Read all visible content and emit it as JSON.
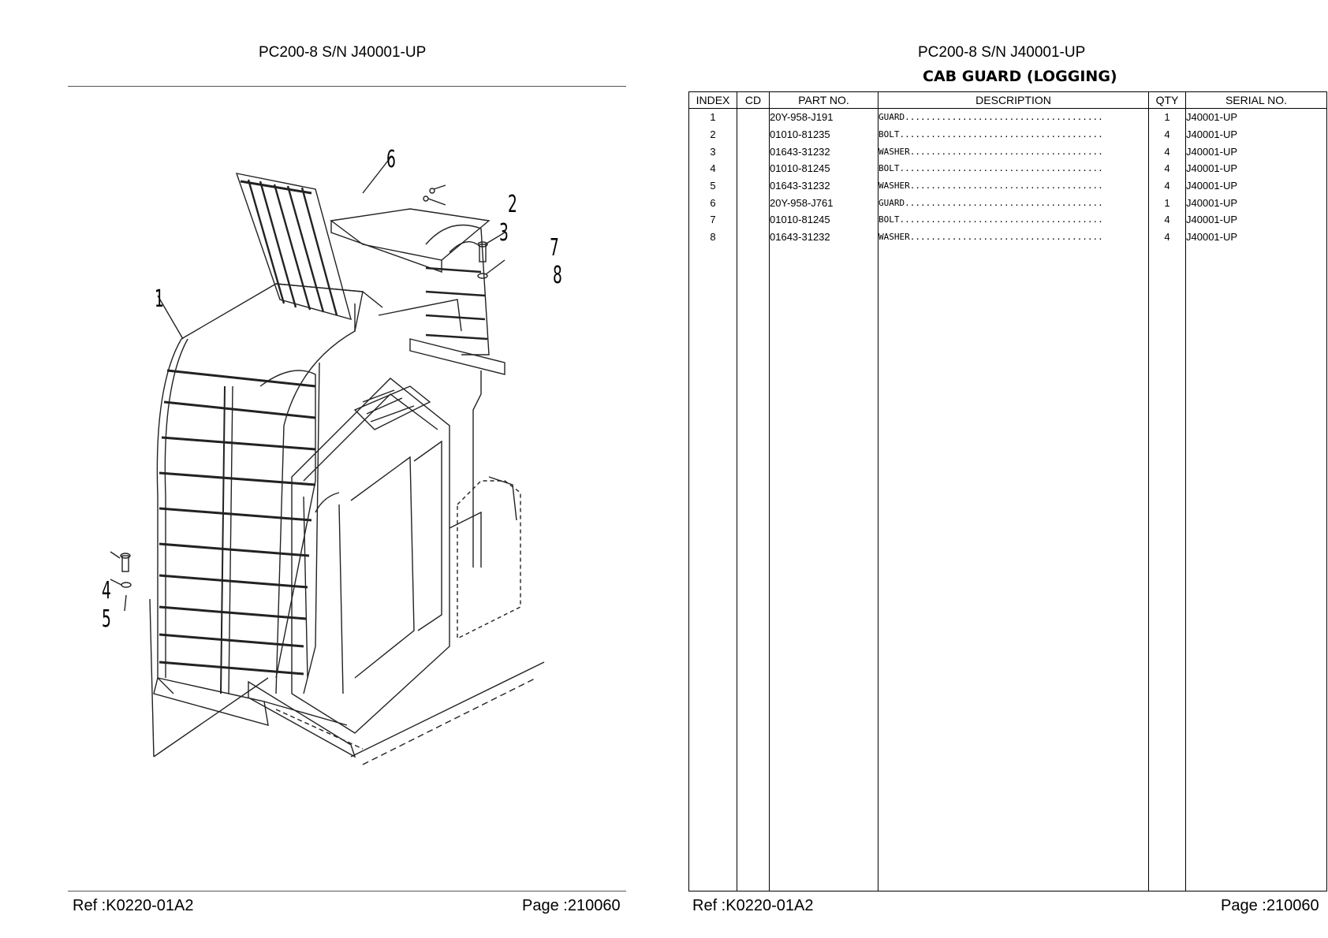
{
  "left_page": {
    "title": "PC200-8 S/N J40001-UP",
    "callouts": [
      "1",
      "2",
      "3",
      "4",
      "5",
      "6",
      "7",
      "8"
    ],
    "footer_ref": "Ref :K0220-01A2",
    "footer_page": "Page :210060"
  },
  "right_page": {
    "title": "PC200-8 S/N J40001-UP",
    "subtitle": "CAB GUARD (LOGGING)",
    "columns": [
      "INDEX",
      "CD",
      "PART NO.",
      "DESCRIPTION",
      "QTY",
      "SERIAL NO."
    ],
    "rows": [
      {
        "index": "1",
        "cd": "",
        "part": "20Y-958-J191",
        "desc": "GUARD......................................",
        "qty": "1",
        "serial": "J40001-UP"
      },
      {
        "index": "2",
        "cd": "",
        "part": "01010-81235",
        "desc": "BOLT.......................................",
        "qty": "4",
        "serial": "J40001-UP"
      },
      {
        "index": "3",
        "cd": "",
        "part": "01643-31232",
        "desc": "WASHER.....................................",
        "qty": "4",
        "serial": "J40001-UP"
      },
      {
        "index": "4",
        "cd": "",
        "part": "01010-81245",
        "desc": "BOLT.......................................",
        "qty": "4",
        "serial": "J40001-UP"
      },
      {
        "index": "5",
        "cd": "",
        "part": "01643-31232",
        "desc": "WASHER.....................................",
        "qty": "4",
        "serial": "J40001-UP"
      },
      {
        "index": "6",
        "cd": "",
        "part": "20Y-958-J761",
        "desc": "GUARD......................................",
        "qty": "1",
        "serial": "J40001-UP"
      },
      {
        "index": "7",
        "cd": "",
        "part": "01010-81245",
        "desc": "BOLT.......................................",
        "qty": "4",
        "serial": "J40001-UP"
      },
      {
        "index": "8",
        "cd": "",
        "part": "01643-31232",
        "desc": "WASHER.....................................",
        "qty": "4",
        "serial": "J40001-UP"
      }
    ],
    "footer_ref": "Ref :K0220-01A2",
    "footer_page": "Page :210060"
  }
}
